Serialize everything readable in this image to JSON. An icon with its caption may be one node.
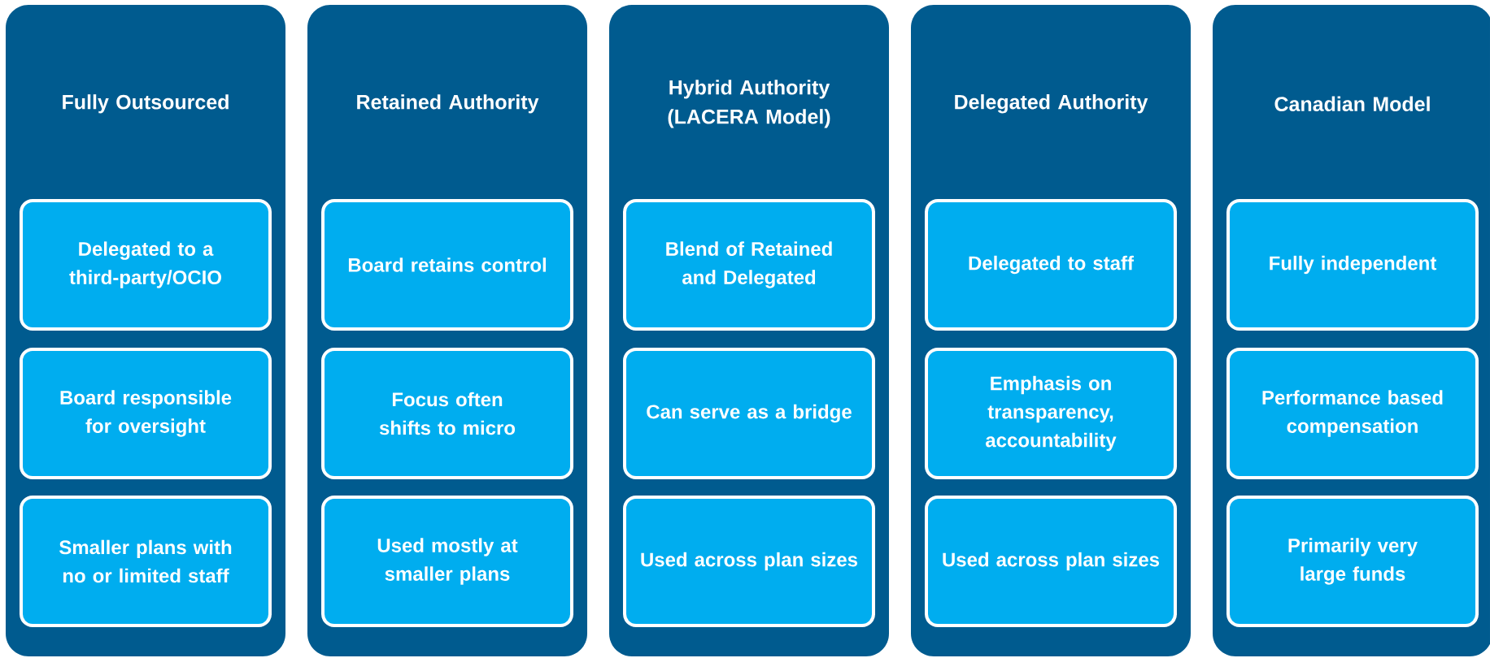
{
  "diagram": {
    "nodes": [
      {
        "text": [
          "Fully Outsourced"
        ]
      },
      {
        "text": [
          "Delegated to a third-party/OCIO"
        ],
        "in": 0
      },
      {
        "text": [
          "Board responsible for oversight"
        ],
        "in": 0
      },
      {
        "text": [
          "Smaller plans with no or limited staff"
        ],
        "in": 0
      },
      {
        "text": [
          "Retained Authority"
        ]
      },
      {
        "text": [
          "Board retains control"
        ],
        "in": 4
      },
      {
        "text": [
          "Focus often shifts to micro"
        ],
        "in": 4
      },
      {
        "text": [
          "Used mostly at smaller plans"
        ],
        "in": 4
      },
      {
        "text": [
          "Hybrid Authority (LACERA Model)"
        ]
      },
      {
        "text": [
          "Blend of Retained and Delegated"
        ],
        "in": 8
      },
      {
        "text": [
          "Can serve as a bridge"
        ],
        "in": 8
      },
      {
        "text": [
          "Used across plan sizes"
        ],
        "in": 8
      },
      {
        "text": [
          "Delegated Authority"
        ]
      },
      {
        "text": [
          "Delegated to staff"
        ],
        "in": 12
      },
      {
        "text": [
          "Emphasis on transparency, accountability"
        ],
        "in": 12
      },
      {
        "text": [
          "Used across plan sizes"
        ],
        "in": 12
      },
      {
        "text": [
          "Canadian Model"
        ]
      },
      {
        "text": [
          "Fully independent"
        ],
        "in": 16
      },
      {
        "text": [
          "Performance based compensation"
        ],
        "in": 16
      },
      {
        "text": [
          "Primarily very large funds"
        ],
        "in": 16
      }
    ]
  }
}
